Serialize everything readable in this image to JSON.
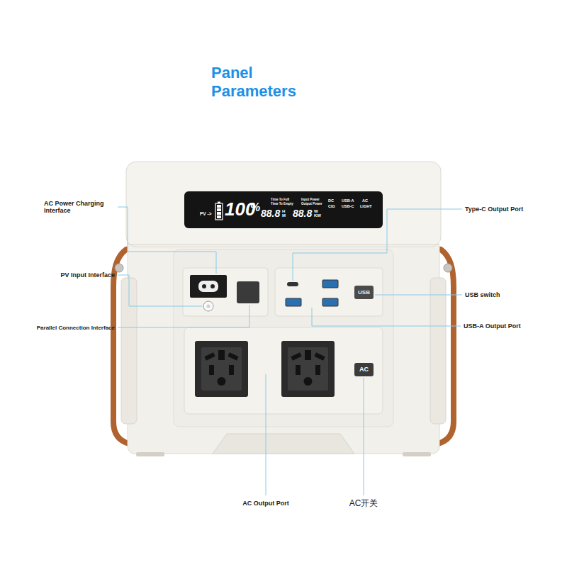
{
  "diagram": {
    "title": "Panel Parameters",
    "nodes": [
      {
        "text": [
          "PV ->",
          "100",
          "%",
          "Time To Full",
          "Time To Empty",
          "88.8",
          "H",
          "M",
          "Input Power",
          "Output Power",
          "88.8",
          "W",
          "KW",
          "DC",
          "USB-A",
          "AC",
          "CIG",
          "USB-C",
          "LIGHT"
        ]
      },
      {
        "text": [
          "USB"
        ]
      },
      {
        "text": [
          "AC"
        ]
      }
    ],
    "labels": [
      "AC Power Charging Interface",
      "PV Input Interface",
      "Parallel Connection Interface",
      "Type-C Output Port",
      "USB switch",
      "USB-A Output Port",
      "AC Output Port",
      "AC开关"
    ]
  }
}
